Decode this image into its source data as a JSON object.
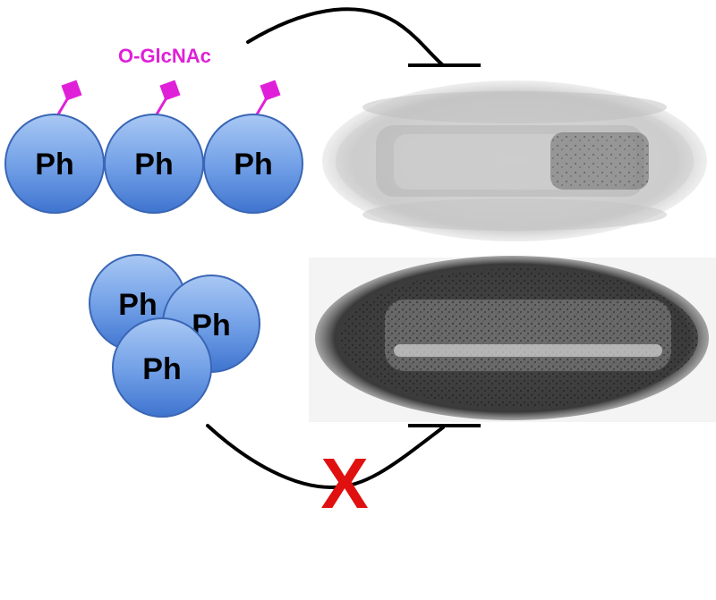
{
  "modification_label": "O-GlcNAc",
  "protein_label": "Ph",
  "blocked_mark": "X",
  "colors": {
    "protein_fill_top": "#8fb7ef",
    "protein_fill_bottom": "#4a7fd6",
    "protein_stroke": "#3a66b5",
    "glcnac": "#e020d8",
    "inhibition_line": "#000000",
    "blocked_mark": "#e01010",
    "embryo_dark": "#2a2a2a",
    "embryo_light": "#d8d8d8"
  },
  "icons": {
    "modification": "magenta-square-flag-icon",
    "inhibition": "t-bar-inhibition-arrow-icon"
  }
}
